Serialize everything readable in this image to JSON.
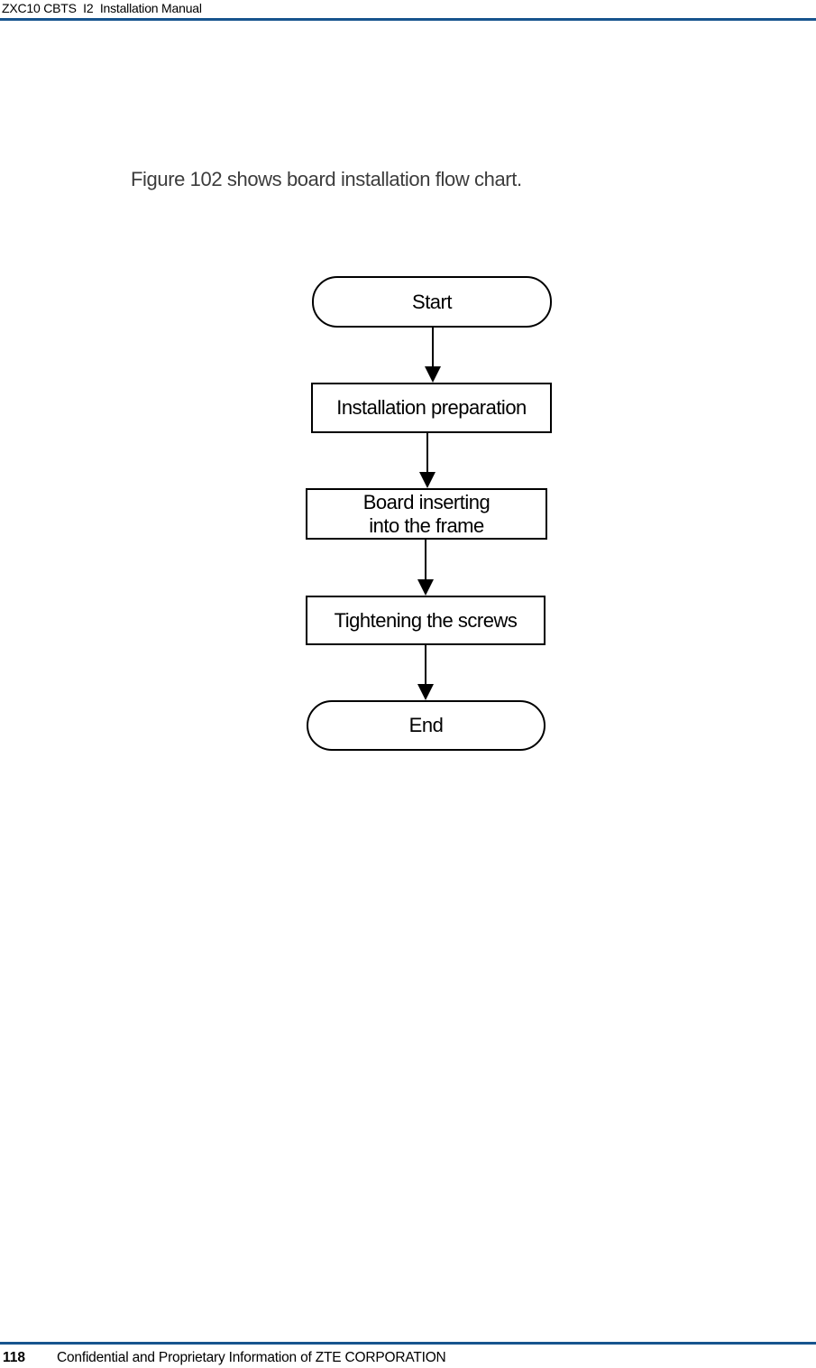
{
  "header": {
    "title": "ZXC10 CBTS  I2  Installation Manual"
  },
  "body": {
    "caption": "Figure 102 shows board installation flow chart."
  },
  "flowchart": {
    "nodes": [
      {
        "type": "terminator",
        "label": "Start"
      },
      {
        "type": "process",
        "label": "Installation preparation"
      },
      {
        "type": "process",
        "label": "Board inserting\ninto the frame"
      },
      {
        "type": "process",
        "label": "Tightening the screws"
      },
      {
        "type": "terminator",
        "label": "End"
      }
    ]
  },
  "footer": {
    "page_number": "118",
    "text": "Confidential and Proprietary Information of ZTE CORPORATION"
  },
  "colors": {
    "rule_blue": "#17548e",
    "text_black": "#000000",
    "caption_gray": "#3c3c3c"
  }
}
